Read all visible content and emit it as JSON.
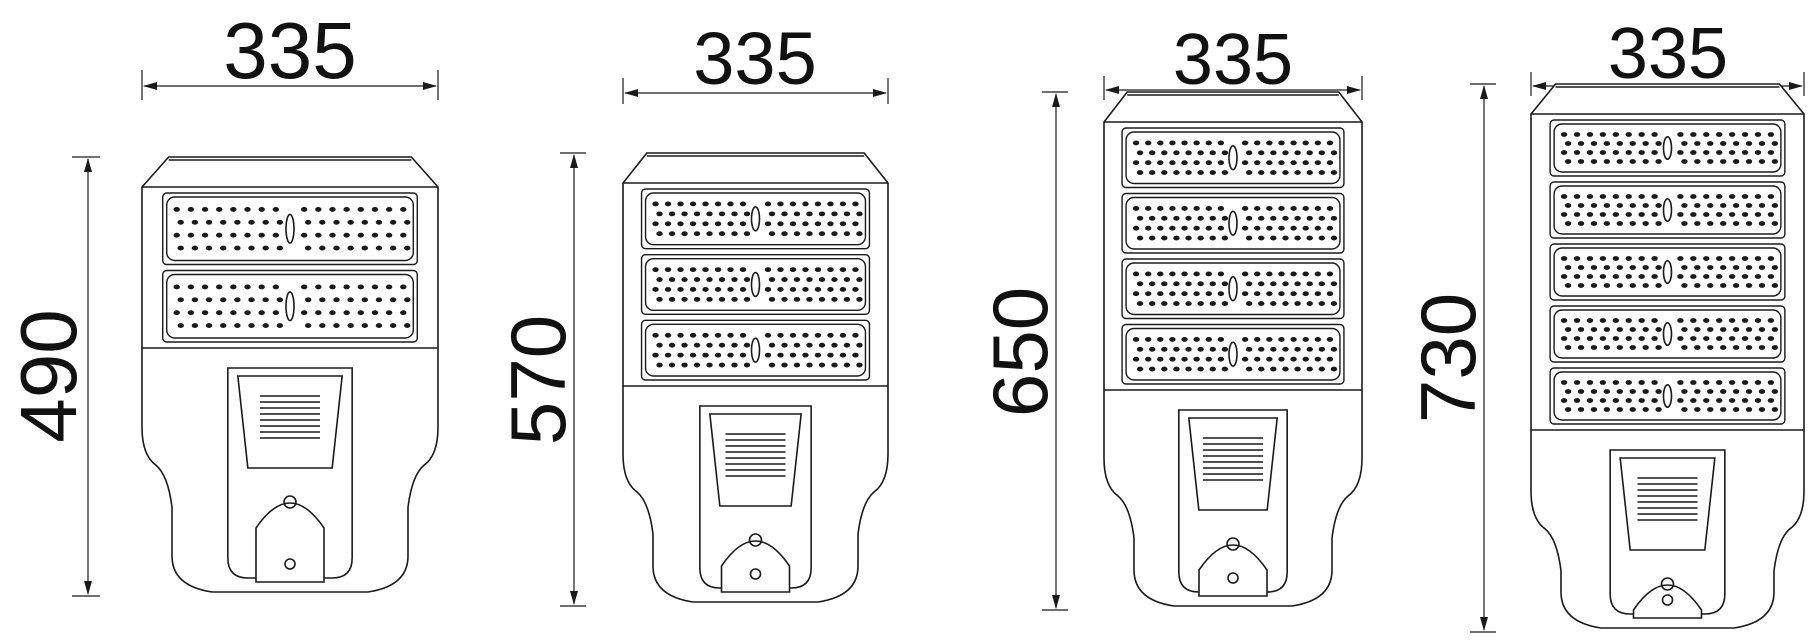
{
  "drawings": [
    {
      "name": "lamp-2-modules",
      "modules": 2,
      "width_label": "335",
      "height_label": "490"
    },
    {
      "name": "lamp-3-modules",
      "modules": 3,
      "width_label": "335",
      "height_label": "570"
    },
    {
      "name": "lamp-4-modules",
      "modules": 4,
      "width_label": "335",
      "height_label": "650"
    },
    {
      "name": "lamp-5-modules",
      "modules": 5,
      "width_label": "335",
      "height_label": "730"
    }
  ],
  "colors": {
    "line": "#1a1a1a",
    "background": "#ffffff"
  }
}
